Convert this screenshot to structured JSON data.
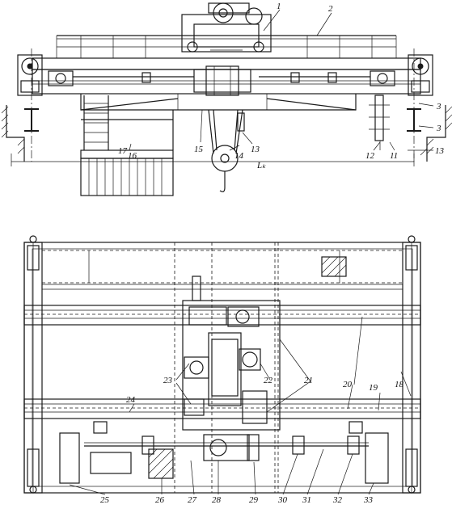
{
  "labels_top": {
    "l1": "1",
    "l2": "2",
    "l3a": "3",
    "l3b": "3",
    "l11": "11",
    "l12": "12",
    "l13": "13",
    "l14": "14",
    "l15": "15",
    "l16": "16",
    "l17": "17",
    "l13b": "13",
    "span": "Lₖ"
  },
  "labels_bottom": {
    "l18": "18",
    "l19": "19",
    "l20": "20",
    "l21": "21",
    "l22": "22",
    "l23": "23",
    "l24": "24",
    "l25": "25",
    "l26": "26",
    "l27": "27",
    "l28": "28",
    "l29": "29",
    "l30": "30",
    "l31": "31",
    "l32": "32",
    "l33": "33"
  }
}
